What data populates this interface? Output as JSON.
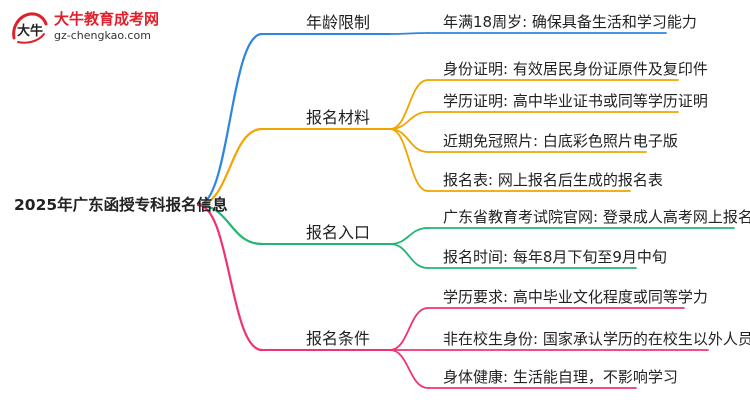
{
  "logo": {
    "brand": "大牛教育成考网",
    "url": "gz-chengkao.com",
    "mark_text": "大牛"
  },
  "root": {
    "label": "2025年广东函授专科报名信息"
  },
  "colors": {
    "blue": "#2e86de",
    "orange": "#f0a500",
    "green": "#22b573",
    "pink": "#f0336e"
  },
  "branches": [
    {
      "label": "年龄限制",
      "color": "#2e86de",
      "leaves": [
        {
          "label": "年满18周岁: 确保具备生活和学习能力"
        }
      ]
    },
    {
      "label": "报名材料",
      "color": "#f0a500",
      "leaves": [
        {
          "label": "身份证明: 有效居民身份证原件及复印件"
        },
        {
          "label": "学历证明: 高中毕业证书或同等学历证明"
        },
        {
          "label": "近期免冠照片: 白底彩色照片电子版"
        },
        {
          "label": "报名表: 网上报名后生成的报名表"
        }
      ]
    },
    {
      "label": "报名入口",
      "color": "#22b573",
      "leaves": [
        {
          "label": "广东省教育考试院官网: 登录成人高考网上报名系统"
        },
        {
          "label": "报名时间: 每年8月下旬至9月中旬"
        }
      ]
    },
    {
      "label": "报名条件",
      "color": "#f0336e",
      "leaves": [
        {
          "label": "学历要求: 高中毕业文化程度或同等学力"
        },
        {
          "label": "非在校生身份: 国家承认学历的在校生以外人员"
        },
        {
          "label": "身体健康: 生活能自理，不影响学习"
        }
      ]
    }
  ]
}
